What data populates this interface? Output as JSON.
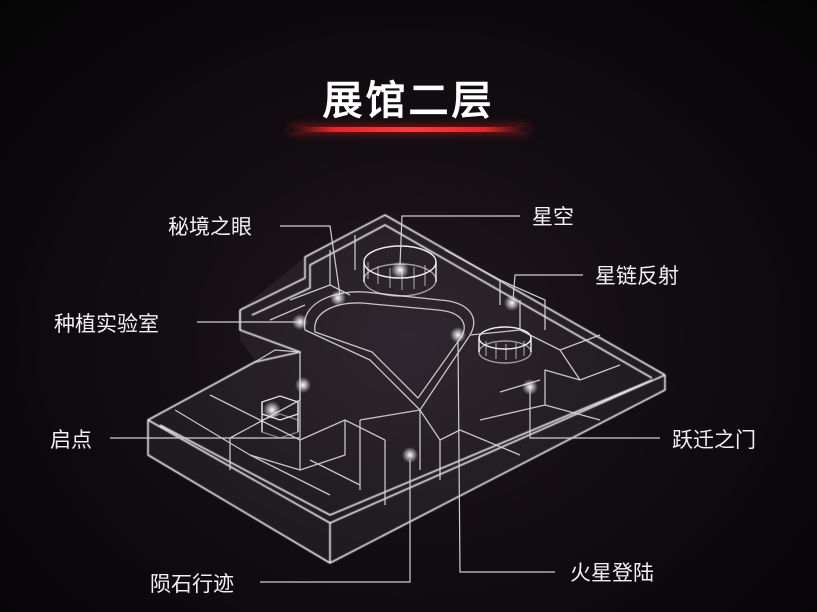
{
  "title": "展馆二层",
  "labels": {
    "mystic_eye": "秘境之眼",
    "starry_sky": "星空",
    "star_chain": "星链反射",
    "planting_lab": "种植实验室",
    "start": "启点",
    "warp_gate": "跃迁之门",
    "mars_landing": "火星登陆",
    "meteorite_trail": "陨石行迹"
  },
  "colors": {
    "background": "#0d090d",
    "accent_red": "#e32525",
    "wireframe": "#e6e6e6"
  }
}
